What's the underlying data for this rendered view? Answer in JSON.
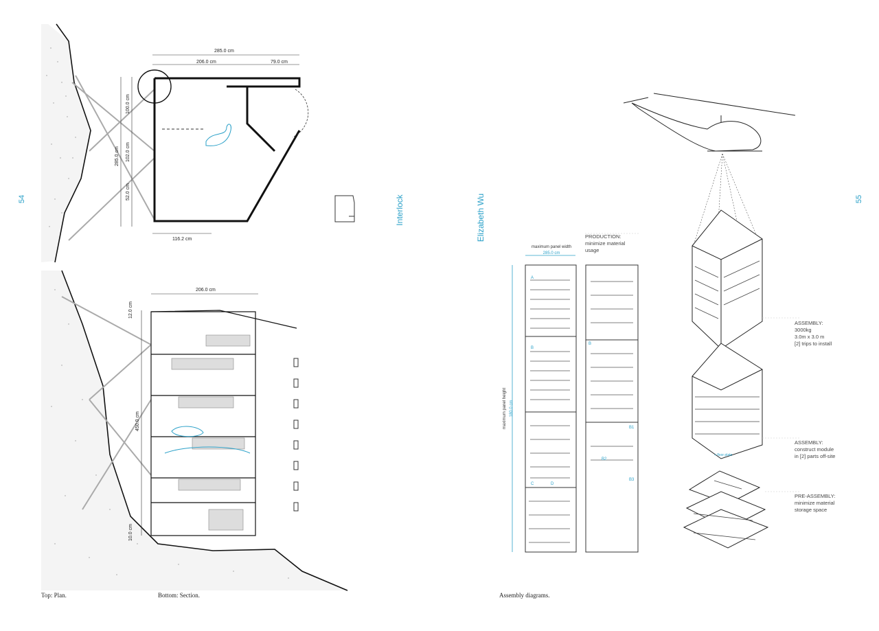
{
  "page": {
    "left_page_number": "54",
    "right_page_number": "55",
    "project_title": "Interlock",
    "author": "Elizabeth Wu"
  },
  "captions": {
    "plan": "Top: Plan.",
    "section": "Bottom: Section.",
    "assembly": "Assembly diagrams."
  },
  "plan_dimensions": {
    "overall_width": "285.0 cm",
    "inner_width": "206.0 cm",
    "entry_width": "79.0 cm",
    "overall_height": "285.0 cm",
    "segment_1": "100.0 cm",
    "segment_2": "102.0 cm",
    "segment_3": "52.0 cm",
    "bottom_width": "116.2 cm"
  },
  "section_dimensions": {
    "width": "206.0 cm",
    "top": "12.0 cm",
    "height": "450.0 cm",
    "bottom": "10.0 cm"
  },
  "assembly": {
    "max_width_label": "maximum panel width",
    "max_width_value": "285.0 cm",
    "max_height_label": "maximum panel height",
    "max_height_value": "180.0 cm",
    "production_title": "PRODUCTION:",
    "production_text": "minimize material usage",
    "panel_letters": [
      "A",
      "B",
      "C",
      "D",
      "B",
      "B1",
      "B2",
      "B3"
    ],
    "assembly1_title": "ASSEMBLY:",
    "assembly1_lines": [
      "3000kg",
      "3.0m x 3.0 m",
      "[2] trips to install"
    ],
    "assembly2_title": "ASSEMBLY:",
    "assembly2_lines": [
      "construct module",
      "in [2] parts off-site"
    ],
    "preassembly_title": "PRE-ASSEMBLY:",
    "preassembly_lines": [
      "minimize material",
      "storage space"
    ],
    "floor_plate": "+ floor plate"
  },
  "colors": {
    "accent": "#2aa0c8",
    "ink": "#222222"
  }
}
